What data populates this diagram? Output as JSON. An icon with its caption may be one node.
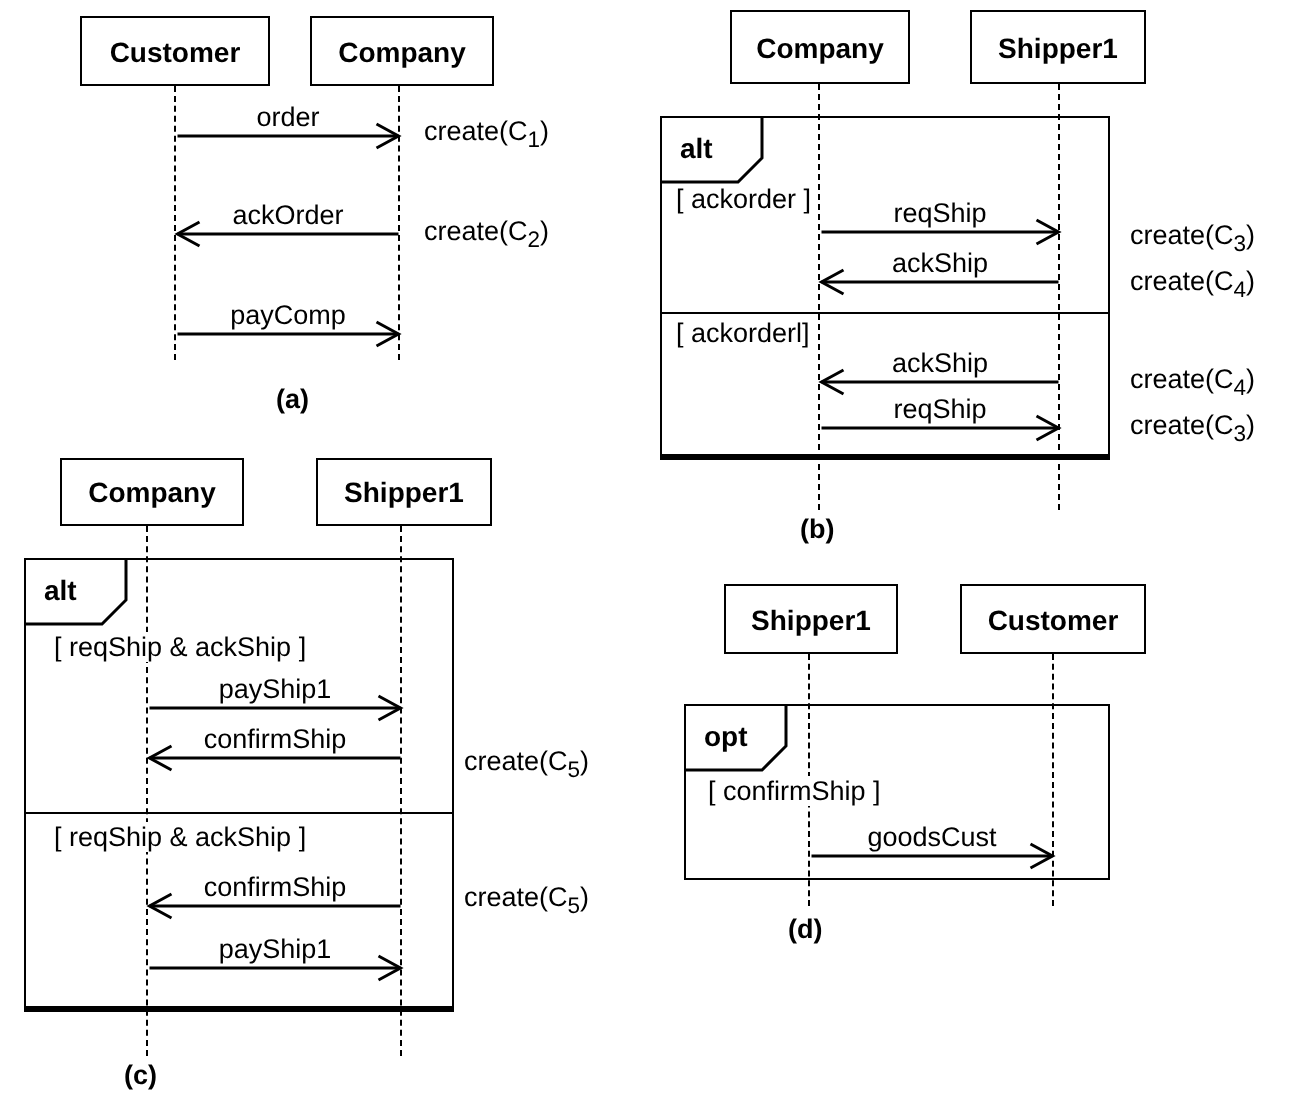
{
  "diagram": {
    "nodes": [
      {
        "text": [
          "Customer"
        ]
      },
      {
        "text": [
          "Company"
        ]
      },
      {
        "text": [],
        "shape": "line"
      },
      {
        "text": [],
        "shape": "line"
      },
      {
        "text": [
          "Company"
        ]
      },
      {
        "text": [
          "Shipper1"
        ]
      },
      {
        "text": [],
        "shape": "line"
      },
      {
        "text": [],
        "shape": "line"
      },
      {
        "text": [
          "Company"
        ]
      },
      {
        "text": [
          "Shipper1"
        ]
      },
      {
        "text": [],
        "shape": "line"
      },
      {
        "text": [],
        "shape": "line"
      },
      {
        "text": [
          "Shipper1"
        ]
      },
      {
        "text": [
          "Customer"
        ]
      },
      {
        "text": [],
        "shape": "line"
      },
      {
        "text": [],
        "shape": "line"
      }
    ],
    "edges": [
      {
        "from": 2,
        "to": 3,
        "arrow": "to",
        "label": "order"
      },
      {
        "from": 3,
        "to": 2,
        "arrow": "to",
        "label": "ackOrder"
      },
      {
        "from": 2,
        "to": 3,
        "arrow": "to",
        "label": "payComp"
      },
      {
        "from": 6,
        "to": 7,
        "arrow": "to",
        "label": "reqShip"
      },
      {
        "from": 7,
        "to": 6,
        "arrow": "to",
        "label": "ackShip"
      },
      {
        "from": 7,
        "to": 6,
        "arrow": "to",
        "label": "ackShip"
      },
      {
        "from": 6,
        "to": 7,
        "arrow": "to",
        "label": "reqShip"
      },
      {
        "from": 10,
        "to": 11,
        "arrow": "to",
        "label": "payShip1"
      },
      {
        "from": 11,
        "to": 10,
        "arrow": "to",
        "label": "confirmShip"
      },
      {
        "from": 11,
        "to": 10,
        "arrow": "to",
        "label": "confirmShip"
      },
      {
        "from": 10,
        "to": 11,
        "arrow": "to",
        "label": "payShip1"
      },
      {
        "from": 14,
        "to": 15,
        "arrow": "to",
        "label": "goodsCust"
      }
    ],
    "labels": [
      "create(C$_{1}$)",
      "create(C$_{2}$)",
      "(a)",
      "alt",
      "[ ackorder ]",
      "create(C$_{3}$)",
      "create(C$_{4}$)",
      "[ ackorderl]",
      "create(C$_{4}$)",
      "create(C$_{3}$)",
      "(b)",
      "alt",
      "[ reqShip & ackShip ]",
      "create(C$_{5}$)",
      "[ reqShip & ackShip ]",
      "create(C$_{5}$)",
      "(c)",
      "opt",
      "[ confirmShip ]",
      "(d)"
    ]
  }
}
